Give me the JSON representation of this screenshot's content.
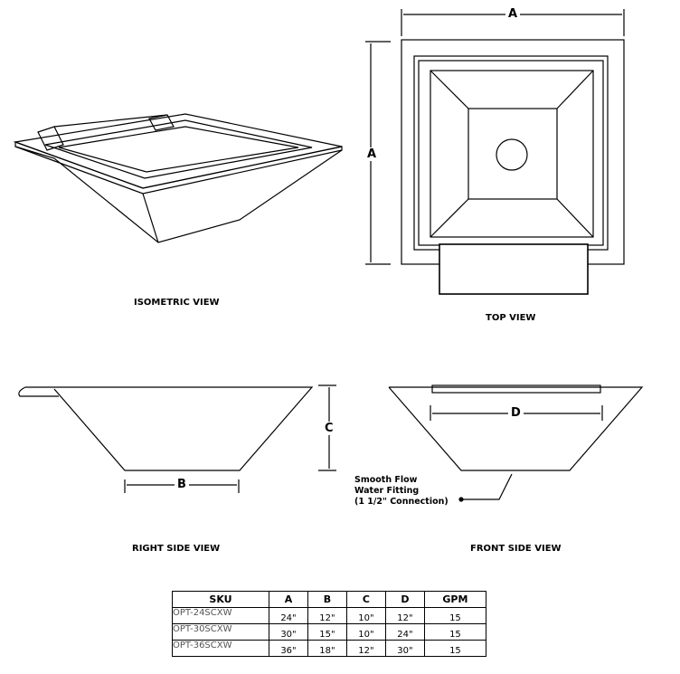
{
  "views": {
    "isometric": "ISOMETRIC VIEW",
    "top": "TOP VIEW",
    "right_side": "RIGHT SIDE VIEW",
    "front_side": "FRONT SIDE VIEW"
  },
  "dimensions": {
    "a_top": "A",
    "a_side": "A",
    "b": "B",
    "c": "C",
    "d": "D"
  },
  "note": {
    "line1": "Smooth Flow",
    "line2": "Water Fitting",
    "line3": "(1 1/2\" Connection)"
  },
  "table": {
    "headers": [
      "SKU",
      "A",
      "B",
      "C",
      "D",
      "GPM"
    ],
    "rows": [
      [
        "OPT-24SCXW",
        "24\"",
        "12\"",
        "10\"",
        "12\"",
        "15"
      ],
      [
        "OPT-30SCXW",
        "30\"",
        "15\"",
        "10\"",
        "24\"",
        "15"
      ],
      [
        "OPT-36SCXW",
        "36\"",
        "18\"",
        "12\"",
        "30\"",
        "15"
      ]
    ]
  }
}
